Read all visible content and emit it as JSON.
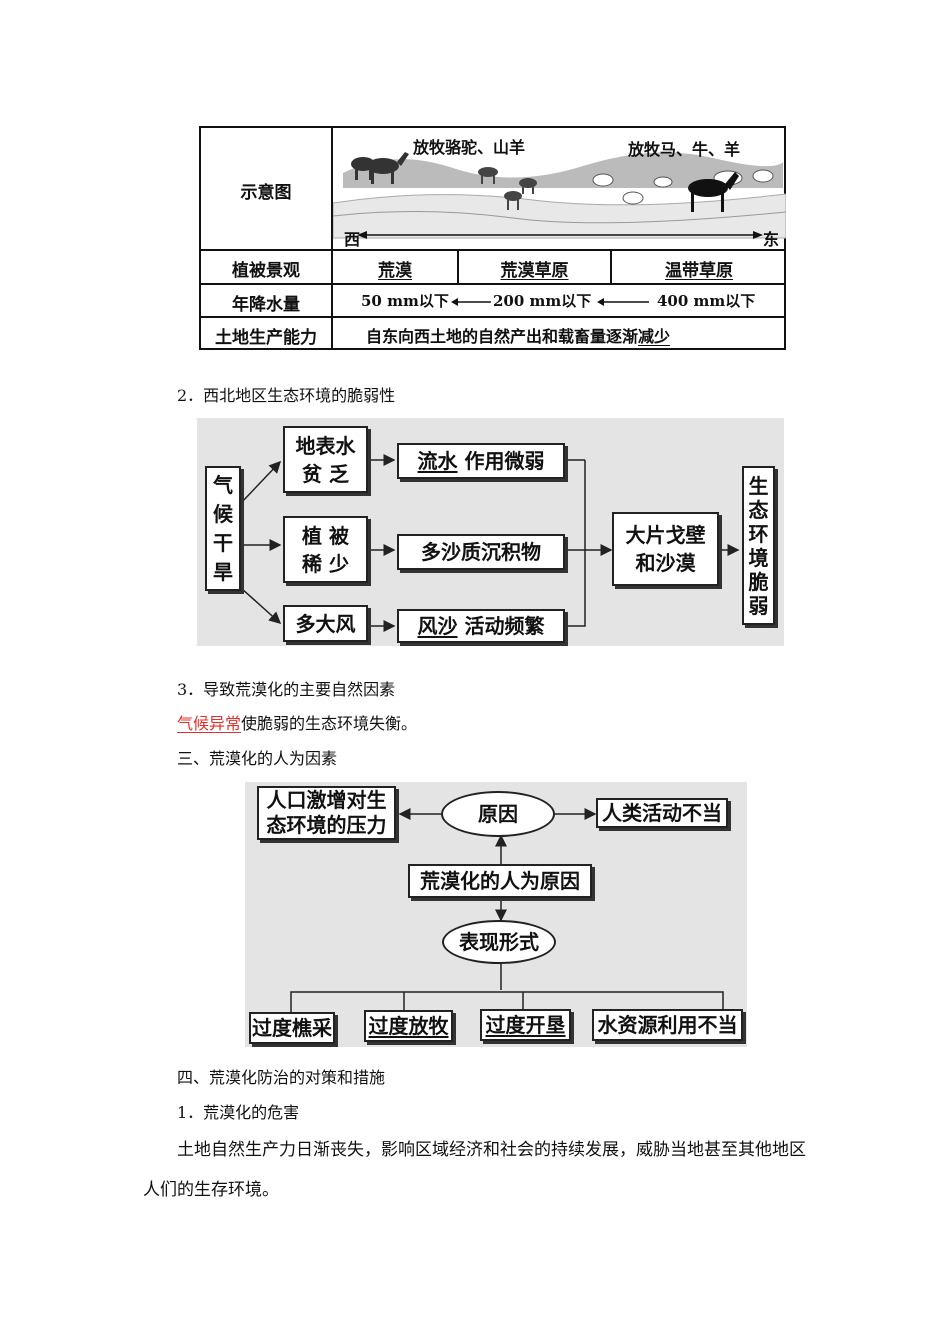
{
  "table": {
    "row_labels": [
      "示意图",
      "植被景观",
      "年降水量",
      "土地生产能力"
    ],
    "illustration": {
      "caption_left": "放牧骆驼、山羊",
      "caption_right": "放牧马、牛、羊",
      "west": "西",
      "east": "东"
    },
    "vegetation": [
      "荒漠",
      "荒漠草原",
      "温带草原"
    ],
    "precipitation": [
      "50 mm以下",
      "200 mm以下",
      "400 mm以下"
    ],
    "productivity": {
      "main": "自东向西土地的自然产出和载畜量逐渐",
      "emph": "减少"
    }
  },
  "section2": {
    "heading": "2．西北地区生态环境的脆弱性",
    "cause": [
      "气",
      "候",
      "干",
      "旱"
    ],
    "mid": [
      [
        "地表水",
        "贫  乏"
      ],
      [
        "植  被",
        "稀  少"
      ],
      [
        "多大风"
      ]
    ],
    "effects": [
      {
        "emph": "流水",
        "rest": "作用微弱"
      },
      {
        "emph": "",
        "rest": "多沙质沉积物"
      },
      {
        "emph": "风沙",
        "rest": "活动频繁"
      }
    ],
    "result": [
      "大片戈壁",
      "和沙漠"
    ],
    "final": [
      "生",
      "态",
      "环",
      "境",
      "脆",
      "弱"
    ]
  },
  "section3": {
    "heading": "3．导致荒漠化的主要自然因素",
    "red": "气候异常",
    "rest": "使脆弱的生态环境失衡。"
  },
  "part3": {
    "heading": "三、荒漠化的人为因素",
    "left": [
      "人口激增对生",
      "态环境的压力"
    ],
    "reason": "原因",
    "right": "人类活动不当",
    "center": "荒漠化的人为原因",
    "forms": "表现形式",
    "items": [
      "过度樵采",
      "过度放牧",
      "过度开垦",
      "水资源利用不当"
    ]
  },
  "part4": {
    "heading": "四、荒漠化防治的对策和措施",
    "sub1": "1．荒漠化的危害",
    "para_line1": "土地自然生产力日渐丧失，影响区域经济和社会的持续发展，威胁当地甚至其他地区",
    "para_line2": "人们的生存环境。"
  }
}
